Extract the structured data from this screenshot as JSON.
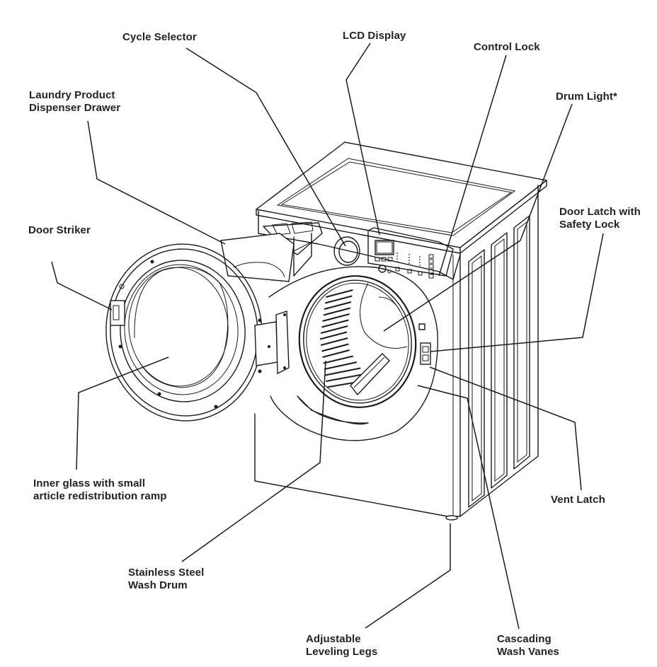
{
  "diagram": {
    "subject": "Front-load washing machine",
    "labels": {
      "cycle_selector": "Cycle Selector",
      "lcd_display": "LCD Display",
      "control_lock": "Control Lock",
      "laundry_dispenser_line1": "Laundry Product",
      "laundry_dispenser_line2": "Dispenser Drawer",
      "drum_light": "Drum Light*",
      "door_latch_line1": "Door Latch with",
      "door_latch_line2": "Safety Lock",
      "door_striker": "Door Striker",
      "inner_glass_line1": "Inner glass with small",
      "inner_glass_line2": "article redistribution ramp",
      "vent_latch": "Vent Latch",
      "wash_drum_line1": "Stainless Steel",
      "wash_drum_line2": "Wash Drum",
      "leveling_legs_line1": "Adjustable",
      "leveling_legs_line2": "Leveling Legs",
      "wash_vanes_line1": "Cascading",
      "wash_vanes_line2": "Wash Vanes"
    }
  }
}
